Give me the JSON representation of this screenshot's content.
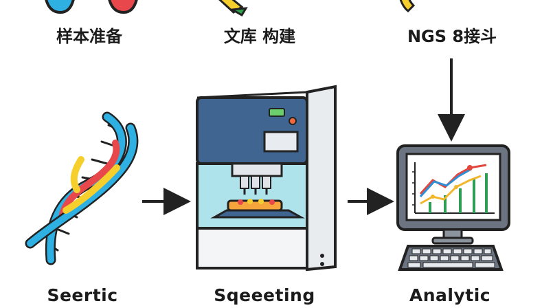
{
  "steps_top": [
    {
      "label": "样本准备"
    },
    {
      "label": "文库 构建"
    },
    {
      "label": "NGS 8接斗"
    }
  ],
  "steps_bottom": [
    {
      "label": "Seertic"
    },
    {
      "label": "Sqeeeting"
    },
    {
      "label": "Analytic"
    }
  ],
  "colors": {
    "outline": "#222222",
    "machine_blue": "#3f6590",
    "machine_light": "#f1f2f4",
    "window_cyan": "#aee3ec",
    "dna_red": "#e8474b",
    "dna_yellow": "#f6cf2d",
    "dna_blue": "#2fb0e3",
    "chart_green": "#2f9e55",
    "chart_blue": "#2e8fd6",
    "chart_yellow": "#f2b62b",
    "chart_red": "#e2463c"
  }
}
